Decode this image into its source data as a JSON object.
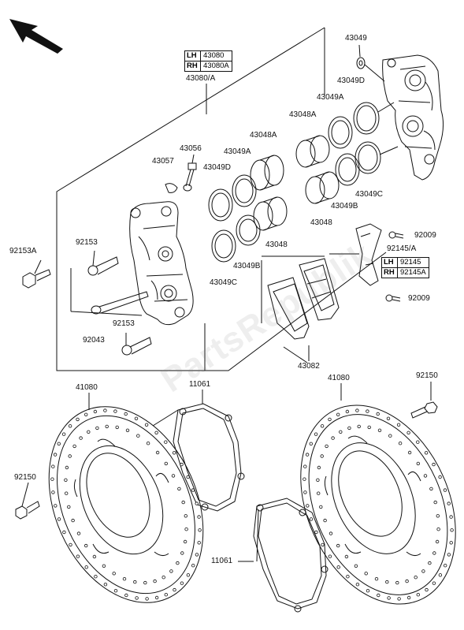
{
  "labels": {
    "caliper_assy": "43080/A",
    "piston_seal_top": "43049",
    "seal_d_right": "43049D",
    "seal_a_right_top": "43049A",
    "piston_a_right": "43048A",
    "piston_a_left": "43048A",
    "seal_a_left": "43049A",
    "pin_43056": "43056",
    "pin_43057": "43057",
    "seal_d_left": "43049D",
    "seal_c_right": "43049C",
    "seal_b_right": "43049B",
    "piston_right": "43048",
    "piston_left": "43048",
    "seal_b_left": "43049B",
    "seal_c_left": "43049C",
    "bolt_92153a": "92153A",
    "bolt_92153_top": "92153",
    "bolt_92043": "92043",
    "bolt_92153_bottom": "92153",
    "spring_92145": "92145/A",
    "screw_92009_top": "92009",
    "screw_92009_bottom": "92009",
    "pads": "43082",
    "disc_left": "41080",
    "gasket_top": "11061",
    "disc_right": "41080",
    "bolt_92150_right": "92150",
    "bolt_92150_left": "92150",
    "gasket_bottom": "11061"
  },
  "caliper_box": {
    "rows": [
      {
        "side": "LH",
        "part": "43080"
      },
      {
        "side": "RH",
        "part": "43080A"
      }
    ]
  },
  "spring_box": {
    "rows": [
      {
        "side": "LH",
        "part": "92145"
      },
      {
        "side": "RH",
        "part": "92145A"
      }
    ]
  },
  "watermark": "PartsRepublik",
  "icons": {
    "direction_arrow": "front-arrow-icon"
  }
}
